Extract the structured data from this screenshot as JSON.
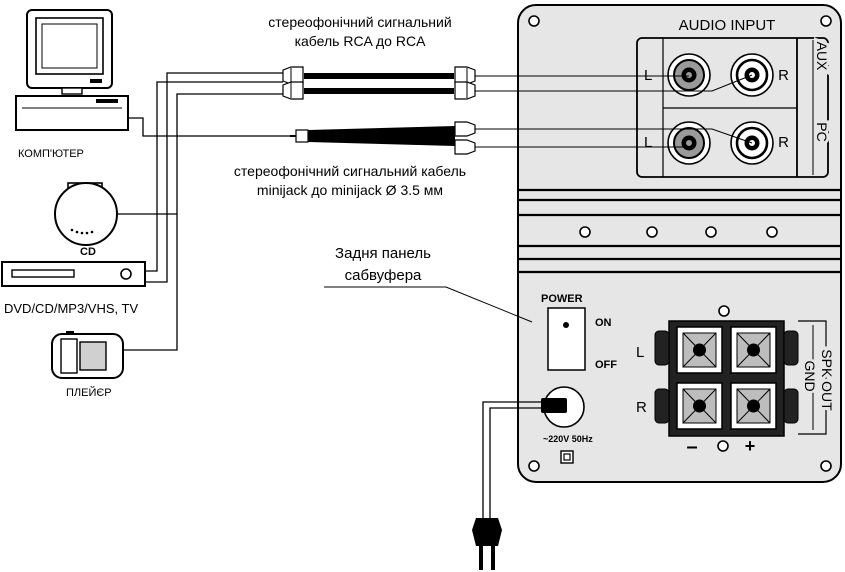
{
  "labels": {
    "rca_cable": [
      "стереофонічний сигнальний",
      "кабель RCA до RCA"
    ],
    "minijack_cable": [
      "стереофонічний сигнальний  кабель",
      "minijack до minijack Ø 3.5 мм"
    ],
    "subwoofer_panel": [
      "Задня панель",
      "сабвуфера"
    ],
    "computer": "КОМП'ЮТЕР",
    "cd": "CD",
    "dvd": "DVD/CD/MP3/VHS, TV",
    "player": "ПЛЕЙЄР"
  },
  "panel": {
    "audio_input": "AUDIO INPUT",
    "left": "L",
    "right": "R",
    "aux": "AUX",
    "pc": "PC",
    "power": "POWER",
    "on": "ON",
    "off": "OFF",
    "mains": "~220V 50Hz",
    "spk_out": "SPK OUT",
    "gnd": "GND",
    "minus": "–",
    "plus": "+"
  },
  "colors": {
    "panel_fill": "#e6e6e6",
    "line": "#000000",
    "jack_left_fill": "#9a9a9a",
    "jack_right_fill": "#ffffff"
  }
}
